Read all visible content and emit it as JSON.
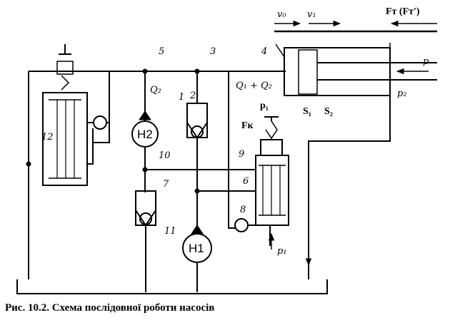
{
  "labels": {
    "v0": "v₀",
    "v1": "v₁",
    "ft": "Fт (Fт')",
    "p": "p",
    "p2": "p₂",
    "q12": "Q₁ + Q₂",
    "q2": "Q₂",
    "pbold1": "p₁",
    "s1": "S₁",
    "s2": "S₂",
    "fk": "Fк",
    "p1": "p₁",
    "n1": "1",
    "n2": "2",
    "n3": "3",
    "n4": "4",
    "n5": "5",
    "n6": "6",
    "n7": "7",
    "n8": "8",
    "n9": "9",
    "n10": "10",
    "n11": "11",
    "n12": "12"
  },
  "pumps": {
    "h1": "H1",
    "h2": "H2"
  },
  "caption": "Рис. 10.2. Схема послідовної роботи насосів"
}
